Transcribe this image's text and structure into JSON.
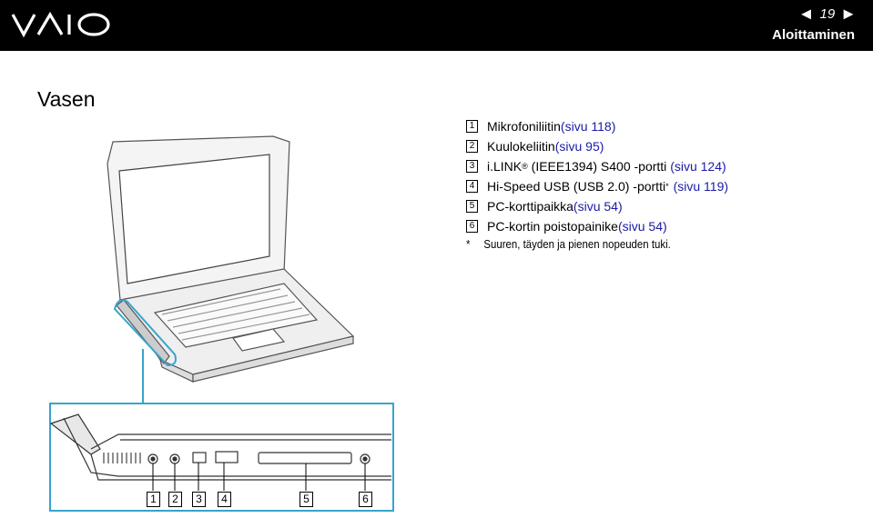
{
  "header": {
    "brand": "VAIO",
    "page_number": "19",
    "section_title": "Aloittaminen",
    "prev_arrow": "◄",
    "next_arrow": "►"
  },
  "heading": "Vasen",
  "items": [
    {
      "n": "1",
      "text": "Mikrofoniliitin ",
      "link": "(sivu 118)"
    },
    {
      "n": "2",
      "text": "Kuulokeliitin ",
      "link": "(sivu 95)"
    },
    {
      "n": "3",
      "text": "i.LINK",
      "reg": "®",
      "text2": " (IEEE1394) S400 -portti ",
      "link": "(sivu 124)"
    },
    {
      "n": "4",
      "text": "Hi-Speed USB (USB 2.0) -portti",
      "sup": "*",
      "link": "(sivu 119)"
    },
    {
      "n": "5",
      "text": "PC-korttipaikka ",
      "link": "(sivu 54)"
    },
    {
      "n": "6",
      "text": "PC-kortin poistopainike ",
      "link": "(sivu 54)"
    }
  ],
  "footnote": {
    "mark": "*",
    "text": "Suuren, täyden ja pienen nopeuden tuki."
  },
  "callouts": [
    "1",
    "2",
    "3",
    "4",
    "5",
    "6"
  ],
  "colors": {
    "header_bg": "#000000",
    "link": "#1a1aa6",
    "callout_box": "#37a4cc"
  }
}
